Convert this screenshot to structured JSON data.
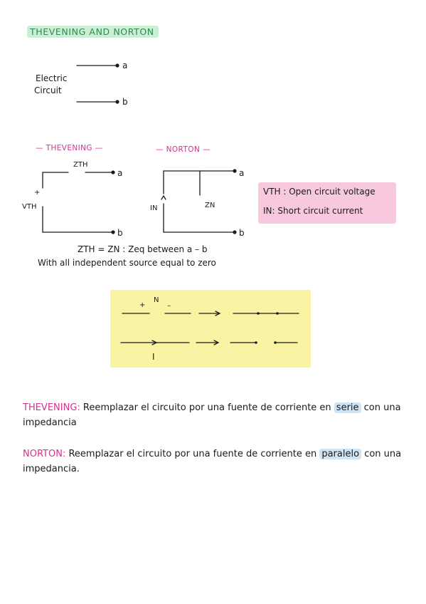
{
  "title": "THEVENING AND NORTON",
  "circuit1": {
    "label_line1": "Electric",
    "label_line2": "Circuit",
    "terminal_a": "a",
    "terminal_b": "b"
  },
  "thevenin": {
    "heading": "— THEVENING —",
    "impedance": "ZTH",
    "source": "VTH",
    "plus": "+",
    "terminal_a": "a",
    "terminal_b": "b"
  },
  "norton": {
    "heading": "— NORTON —",
    "source": "IN",
    "impedance": "ZN",
    "terminal_a": "a",
    "terminal_b": "b"
  },
  "legend": {
    "line1": "VTH : Open circuit voltage",
    "line2": "IN: Short circuit current"
  },
  "equation": {
    "line1": "ZTH = ZN : Zeq   between  a – b",
    "line2": "With all independent source equal to zero"
  },
  "yellow_box": {
    "plus": "+",
    "n_label": "N",
    "minus": "–",
    "current_label": "I"
  },
  "paragraphs": {
    "thevenin_label": "THEVENING:",
    "thevenin_text_1": " Reemplazar el circuito por una fuente de corriente en ",
    "thevenin_highlight": "serie",
    "thevenin_text_2": " con una impedancia",
    "norton_label": "NORTON:",
    "norton_text_1": " Reemplazar el circuito por una fuente de corriente en ",
    "norton_highlight": "paralelo",
    "norton_text_2": " con una impedancia."
  },
  "colors": {
    "title_green": "#2f8a4e",
    "pink": "#d4338f",
    "legend_bg": "#f8c8df",
    "yellow_bg": "#fbf3a4",
    "highlight_blue": "#cfe5f6"
  }
}
